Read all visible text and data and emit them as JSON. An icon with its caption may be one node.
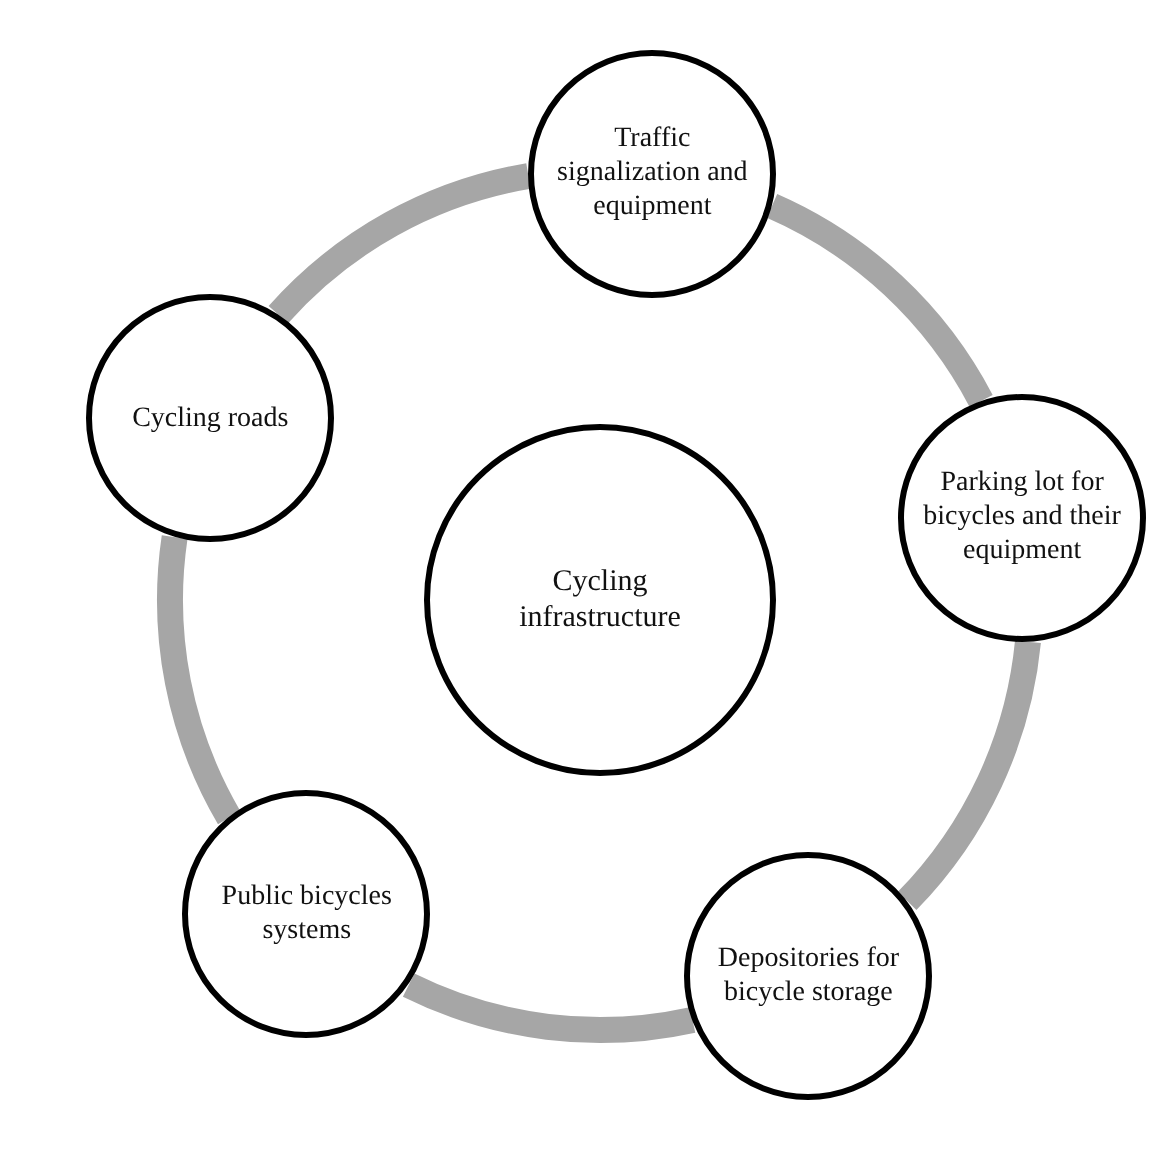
{
  "diagram": {
    "nodes": [
      {
        "text": [
          "Traffic signalization and equipment"
        ]
      },
      {
        "text": [
          "Cycling roads"
        ]
      },
      {
        "text": [
          "Cycling infrastructure"
        ]
      },
      {
        "text": [
          "Parking lot for bicycles and their equipment"
        ]
      },
      {
        "text": [
          "Public bicycles systems"
        ]
      },
      {
        "text": [
          "Depositories for bicycle storage"
        ]
      }
    ],
    "edges": [
      {
        "from": 0,
        "to": 3,
        "arrow": "none"
      },
      {
        "from": 3,
        "to": 5,
        "arrow": "none"
      },
      {
        "from": 5,
        "to": 4,
        "arrow": "none"
      },
      {
        "from": 4,
        "to": 1,
        "arrow": "none"
      },
      {
        "from": 1,
        "to": 0,
        "arrow": "none"
      }
    ]
  }
}
